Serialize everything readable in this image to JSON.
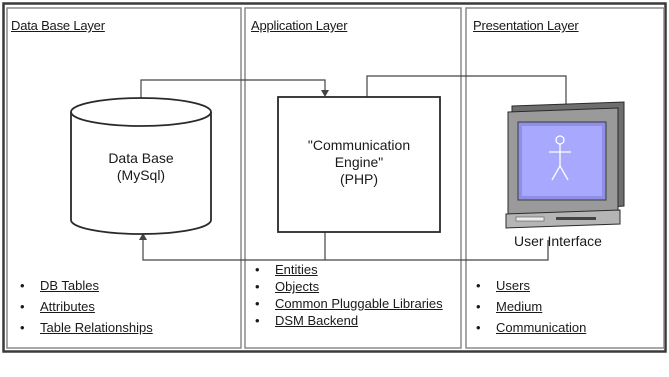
{
  "layers": [
    {
      "title": "Data Base Layer",
      "component": {
        "line1": "Data Base",
        "line2": "(MySql)"
      },
      "bullets": [
        "DB Tables",
        "Attributes",
        "Table Relationships"
      ]
    },
    {
      "title": "Application Layer",
      "component": {
        "line1": "\"Communication",
        "line2": "Engine\"",
        "line3": "(PHP)"
      },
      "bullets": [
        "Entities",
        "Objects",
        "Common Pluggable Libraries",
        "DSM Backend"
      ]
    },
    {
      "title": "Presentation Layer",
      "component": {
        "line1": "User Interface"
      },
      "bullets": [
        "Users",
        "Medium",
        "Communication"
      ]
    }
  ]
}
